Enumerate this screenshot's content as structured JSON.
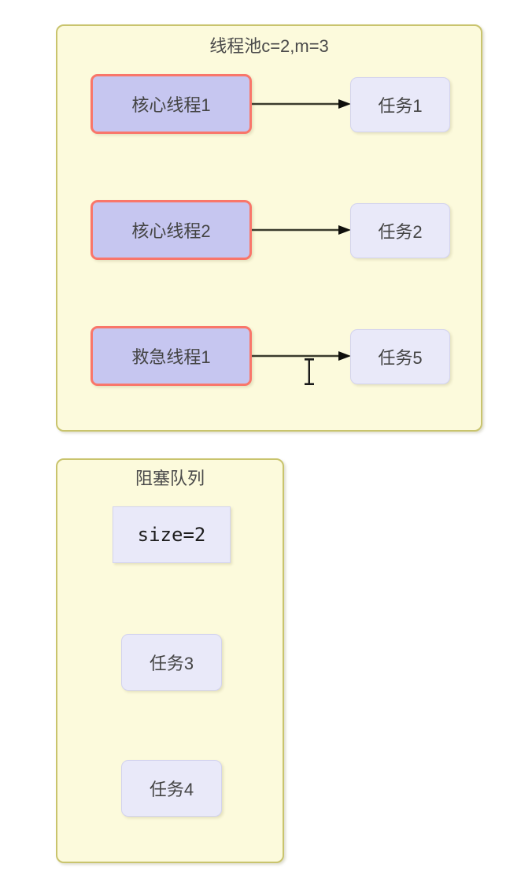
{
  "diagram": {
    "title_pool": "线程池c=2,m=3",
    "title_queue": "阻塞队列",
    "pool": {
      "threads": [
        {
          "label": "核心线程1"
        },
        {
          "label": "核心线程2"
        },
        {
          "label": "救急线程1"
        }
      ],
      "tasks": [
        {
          "label": "任务1"
        },
        {
          "label": "任务2"
        },
        {
          "label": "任务5"
        }
      ],
      "arrows": [
        {
          "from": "核心线程1",
          "to": "任务1"
        },
        {
          "from": "核心线程2",
          "to": "任务2"
        },
        {
          "from": "救急线程1",
          "to": "任务5"
        }
      ]
    },
    "queue": {
      "size_label": "size=2",
      "tasks": [
        {
          "label": "任务3"
        },
        {
          "label": "任务4"
        }
      ]
    },
    "colors": {
      "container_fill": "#fcfadc",
      "container_border": "#c9c46d",
      "thread_fill": "#c6c6f0",
      "thread_border": "#f9766a",
      "task_fill": "#e9e9f9",
      "task_border": "#d3d3ee",
      "arrow": "#3a3a2c",
      "text": "#444444",
      "page_background": "#ffffff"
    },
    "cursor": {
      "type": "text-ibeam"
    }
  }
}
